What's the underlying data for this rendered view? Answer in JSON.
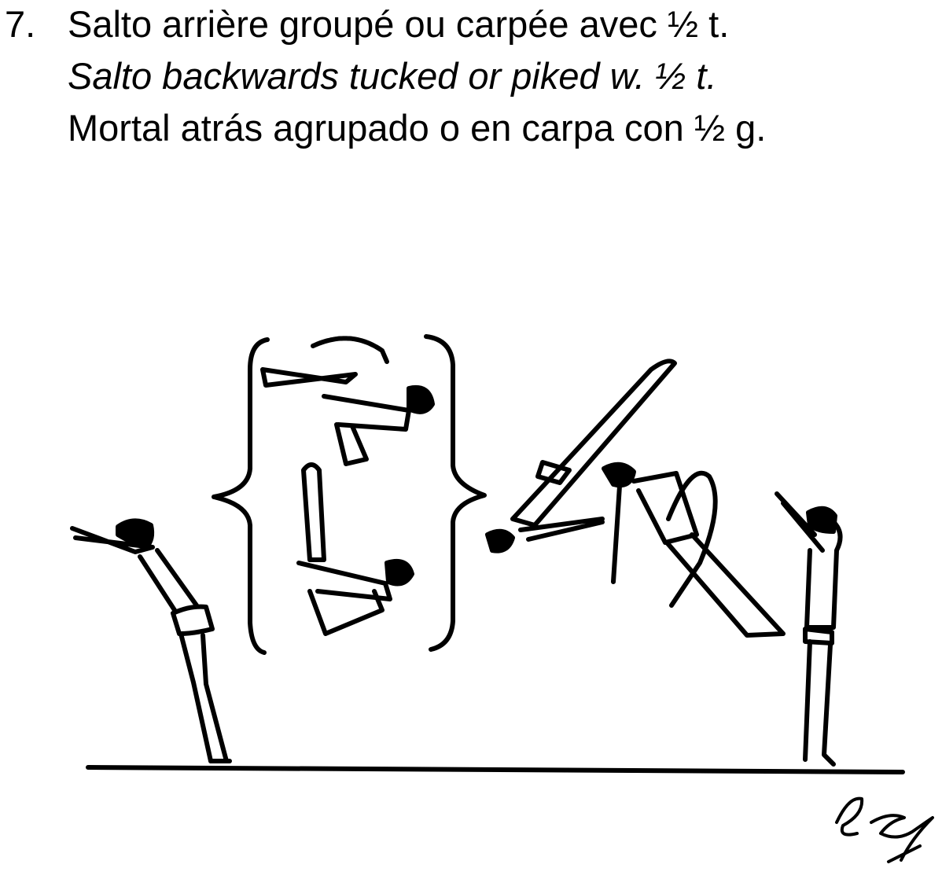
{
  "element": {
    "number": "7.",
    "title_fr": "Salto arrière groupé ou carpée avec ½ t.",
    "title_en": "Salto backwards tucked or piked w. ½ t.",
    "title_es": "Mortal atrás agrupado o en carpa con ½ g."
  },
  "illustration": {
    "phases": [
      "takeoff",
      "tucked-salto",
      "piked-salto",
      "half-turn",
      "landing"
    ],
    "signature": "lc"
  }
}
